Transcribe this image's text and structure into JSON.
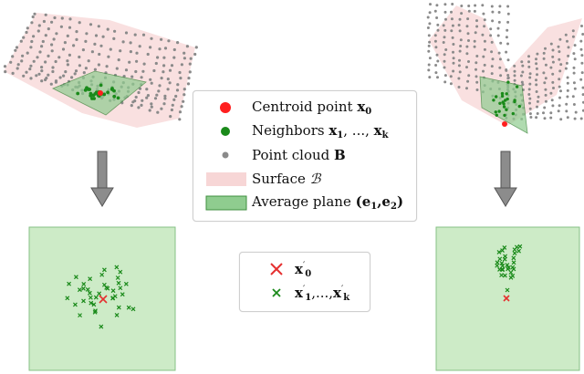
{
  "legend_top": [
    {
      "label": "Centroid point ",
      "math": "x",
      "sub": "0",
      "tail": "",
      "kind": "red-dot",
      "color": "#ff1f1f"
    },
    {
      "label": "Neighbors ",
      "math": "x",
      "sub": "1",
      "tail": ", ..., ",
      "math2": "x",
      "sub2": "k",
      "kind": "green-dot",
      "color": "#1a8a1a"
    },
    {
      "label": "Point cloud ",
      "math": "B",
      "sub": "",
      "tail": "",
      "kind": "gray-dot",
      "color": "#8a8a8a"
    },
    {
      "label": "Surface ",
      "math": "ℬ",
      "sub": "",
      "tail": "",
      "kind": "pink-patch",
      "color": "#f7d6d6"
    },
    {
      "label": "Average plane ",
      "math": "(e",
      "sub": "1",
      "tail": ",e",
      "sub2": "2",
      "tail2": ")",
      "kind": "green-patch",
      "color": "#8fcc8f"
    }
  ],
  "legend_bottom": [
    {
      "math": "x",
      "sup": "′",
      "sub": "0",
      "tail": "",
      "kind": "red-x",
      "color": "#e53030"
    },
    {
      "math": "x",
      "sup": "′",
      "sub": "1",
      "tail": ",...,",
      "math2": "x",
      "sup2": "′",
      "sub2": "k",
      "kind": "green-x",
      "color": "#1a8a1a"
    }
  ],
  "colors": {
    "surface": "#f4c7c7",
    "plane": "#8fcc8f",
    "plane_fill": "#cdebc7",
    "points": "#8a8a8a",
    "neighbors": "#1a8a1a",
    "centroid": "#ff1f1f",
    "arrow": "#8c8c8c"
  }
}
